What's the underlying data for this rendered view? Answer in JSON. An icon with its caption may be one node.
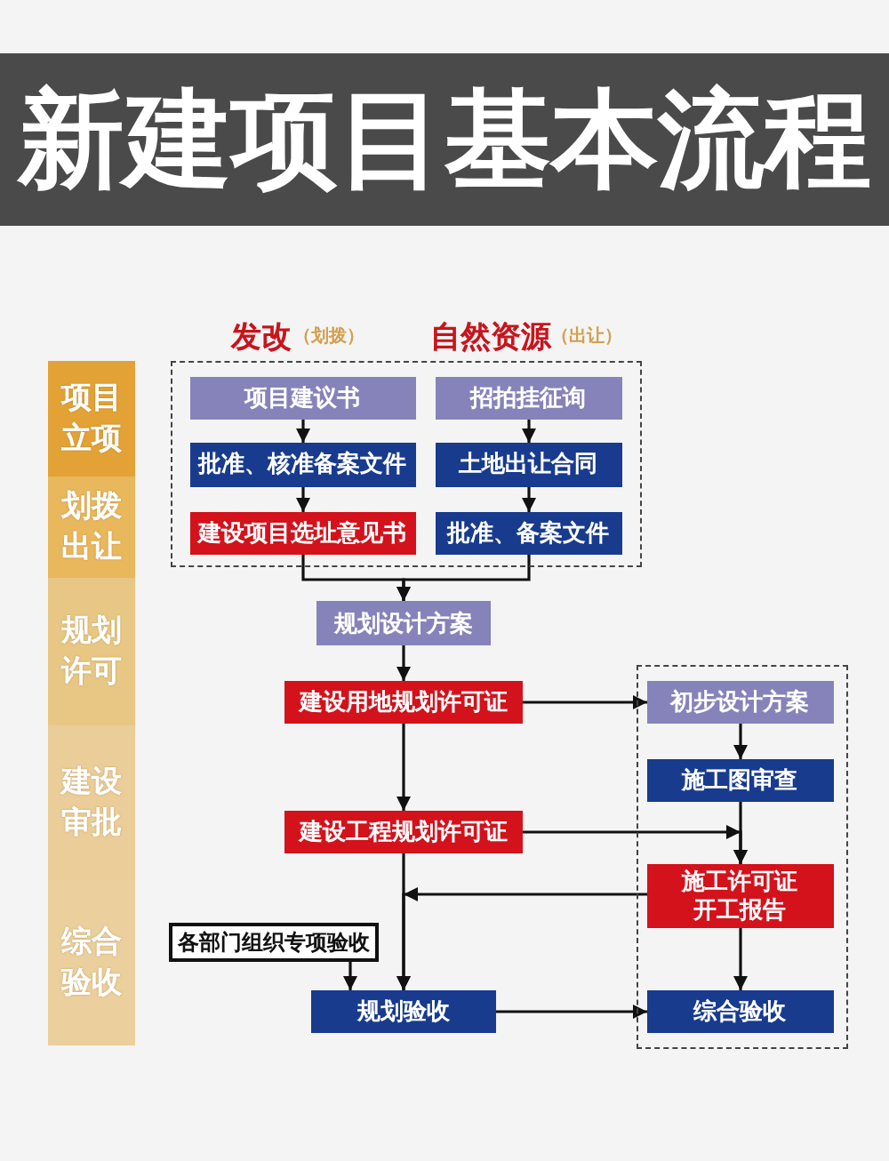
{
  "diagram": {
    "title": "新建项目基本流程",
    "nodes": [
      {
        "text": [
          "项目立项"
        ]
      },
      {
        "text": [
          "划拨出让"
        ]
      },
      {
        "text": [
          "规划许可"
        ]
      },
      {
        "text": [
          "建设审批"
        ]
      },
      {
        "text": [
          "综合验收"
        ]
      },
      {
        "text": [],
        "shape": "box"
      },
      {
        "text": [
          "项目建议书"
        ],
        "in": 5
      },
      {
        "text": [
          "招拍挂征询"
        ],
        "in": 5
      },
      {
        "text": [
          "批准、核准备案文件"
        ],
        "in": 5
      },
      {
        "text": [
          "土地出让合同"
        ],
        "in": 5
      },
      {
        "text": [
          "建设项目选址意见书"
        ],
        "in": 5
      },
      {
        "text": [
          "批准、备案文件"
        ],
        "in": 5
      },
      {
        "text": [
          "规划设计方案"
        ]
      },
      {
        "text": [
          "建设用地规划许可证"
        ]
      },
      {
        "text": [],
        "shape": "box"
      },
      {
        "text": [
          "初步设计方案"
        ],
        "in": 14
      },
      {
        "text": [
          "施工图审查"
        ],
        "in": 14
      },
      {
        "text": [
          "建设工程规划许可证"
        ]
      },
      {
        "text": [
          "施工许可证",
          "开工报告"
        ],
        "in": 14
      },
      {
        "text": [
          "各部门组织专项验收"
        ]
      },
      {
        "text": [
          "规划验收"
        ]
      },
      {
        "text": [
          "综合验收"
        ],
        "in": 14
      }
    ],
    "edges": [
      {
        "from": 6,
        "to": 8,
        "arrow": "to"
      },
      {
        "from": 8,
        "to": 10,
        "arrow": "to"
      },
      {
        "from": 7,
        "to": 9,
        "arrow": "to"
      },
      {
        "from": 9,
        "to": 11,
        "arrow": "to"
      },
      {
        "from": 10,
        "to": 12,
        "arrow": "to"
      },
      {
        "from": 11,
        "to": 12,
        "arrow": "to"
      },
      {
        "from": 12,
        "to": 13,
        "arrow": "to"
      },
      {
        "from": 13,
        "to": 15,
        "arrow": "to"
      },
      {
        "from": 13,
        "to": 17,
        "arrow": "to"
      },
      {
        "from": 15,
        "to": 16,
        "arrow": "to"
      },
      {
        "from": 16,
        "to": 18,
        "arrow": "to"
      },
      {
        "from": 17,
        "to": 18,
        "arrow": "to"
      },
      {
        "from": 18,
        "to": 20,
        "arrow": "to"
      },
      {
        "from": 17,
        "to": 20,
        "arrow": "to"
      },
      {
        "from": 19,
        "to": 20,
        "arrow": "to"
      },
      {
        "from": 18,
        "to": 21,
        "arrow": "to"
      },
      {
        "from": 20,
        "to": 21,
        "arrow": "to"
      }
    ],
    "labels": [
      "发改",
      "（划拨）",
      "自然资源",
      "（出让）"
    ]
  }
}
